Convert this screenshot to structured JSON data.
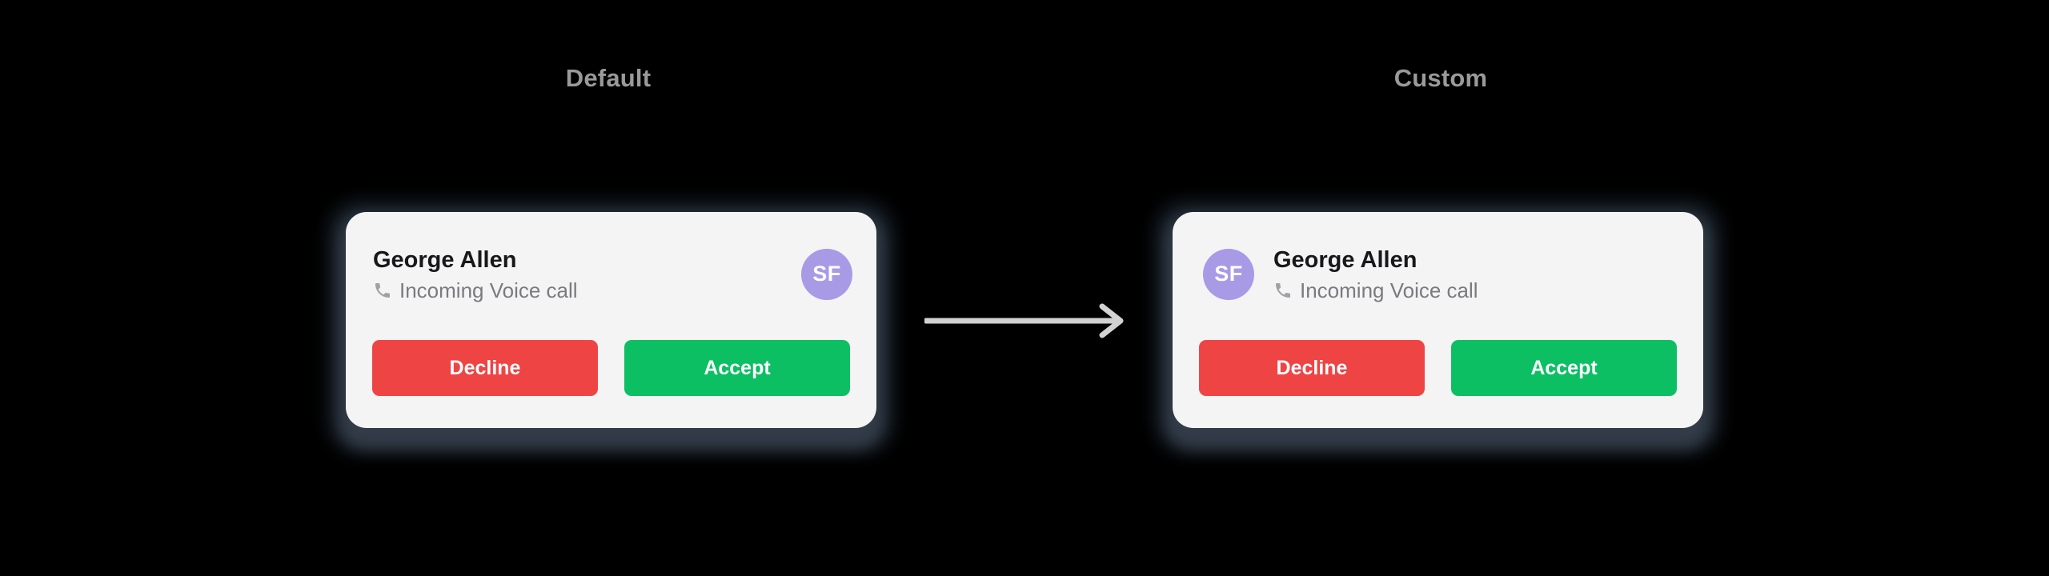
{
  "page": {
    "background_color": "#000000",
    "accent_colors": {
      "card_background": "#f4f4f5",
      "avatar_purple": "#a99ae6",
      "decline_red": "#ef4444",
      "accept_green": "#0dbf63",
      "heading_gray": "#9a9a9a",
      "arrow_gray": "#d2d2d2",
      "name_text": "#18181b",
      "status_text": "#7a7a7f"
    }
  },
  "columns": [
    {
      "id": "default",
      "title": "Default"
    },
    {
      "id": "custom",
      "title": "Custom"
    }
  ],
  "arrow": {
    "icon": "arrow-right-icon",
    "direction": "right",
    "color": "#d2d2d2"
  },
  "cards": {
    "default": {
      "avatar": {
        "initials": "SF",
        "position": "right",
        "color": "#a99ae6"
      },
      "caller_name": "George Allen",
      "status_icon": "phone-icon",
      "status_text": "Incoming Voice call",
      "buttons": [
        {
          "id": "decline",
          "label": "Decline",
          "color": "#ef4444"
        },
        {
          "id": "accept",
          "label": "Accept",
          "color": "#0dbf63"
        }
      ]
    },
    "custom": {
      "avatar": {
        "initials": "SF",
        "position": "left",
        "color": "#a99ae6"
      },
      "caller_name": "George Allen",
      "status_icon": "phone-icon",
      "status_text": "Incoming Voice call",
      "buttons": [
        {
          "id": "decline",
          "label": "Decline",
          "color": "#ef4444"
        },
        {
          "id": "accept",
          "label": "Accept",
          "color": "#0dbf63"
        }
      ]
    }
  }
}
